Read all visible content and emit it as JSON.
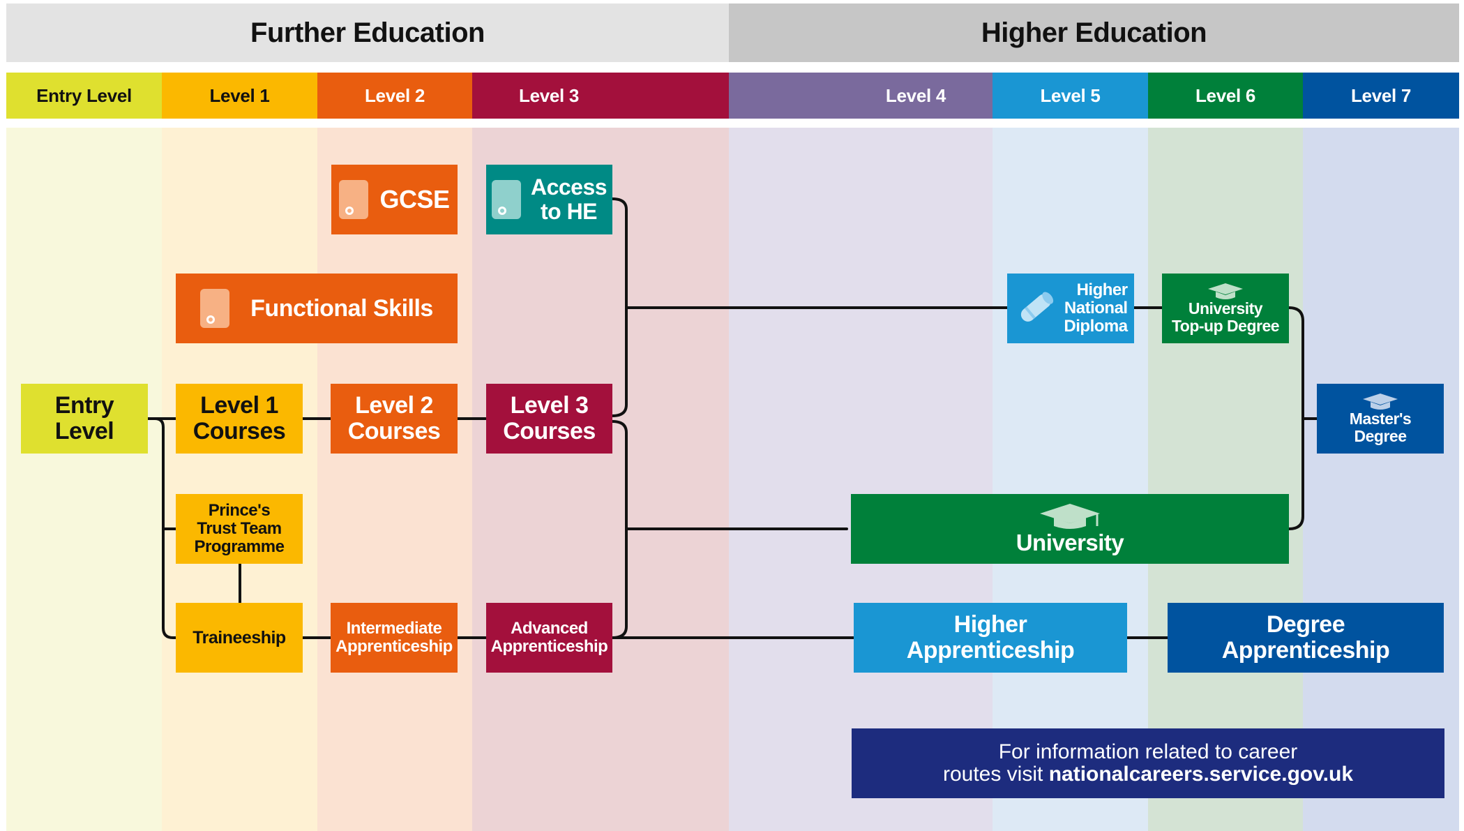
{
  "header": {
    "further": "Further Education",
    "higher": "Higher Education"
  },
  "levels": [
    {
      "key": "entry",
      "label": "Entry Level",
      "color": "#dfe02f",
      "text": "#111111"
    },
    {
      "key": "l1",
      "label": "Level 1",
      "color": "#fbb800",
      "text": "#111111"
    },
    {
      "key": "l2",
      "label": "Level 2",
      "color": "#e95d0f",
      "text": "#ffffff"
    },
    {
      "key": "l3",
      "label": "Level 3",
      "color": "#a3103c",
      "text": "#ffffff"
    },
    {
      "key": "l4",
      "label": "Level 4",
      "color": "#7a6a9d",
      "text": "#ffffff"
    },
    {
      "key": "l5",
      "label": "Level 5",
      "color": "#1a96d3",
      "text": "#ffffff"
    },
    {
      "key": "l6",
      "label": "Level 6",
      "color": "#00803a",
      "text": "#ffffff"
    },
    {
      "key": "l7",
      "label": "Level 7",
      "color": "#00539f",
      "text": "#ffffff"
    }
  ],
  "boxes": {
    "gcse": "GCSE",
    "access_he": "Access\nto HE",
    "functional_skills": "Functional Skills",
    "entry_level": "Entry\nLevel",
    "level1_courses": "Level 1\nCourses",
    "level2_courses": "Level 2\nCourses",
    "level3_courses": "Level 3\nCourses",
    "princes_trust": "Prince's\nTrust Team\nProgramme",
    "traineeship": "Traineeship",
    "intermediate_apprenticeship": "Intermediate\nApprenticeship",
    "advanced_apprenticeship": "Advanced\nApprenticeship",
    "higher_national_diploma": "Higher\nNational\nDiploma",
    "university_topup": "University\nTop-up Degree",
    "masters_degree": "Master's\nDegree",
    "university": "University",
    "higher_apprenticeship": "Higher\nApprenticeship",
    "degree_apprenticeship": "Degree\nApprenticeship"
  },
  "footer": {
    "line1": "For information related to career",
    "line2_prefix": "routes visit ",
    "line2_link": "nationalcareers.service.gov.uk"
  },
  "icons": {
    "certificate": "certificate-icon",
    "scroll": "scroll-diploma-icon",
    "graduation_cap": "graduation-cap-icon"
  }
}
